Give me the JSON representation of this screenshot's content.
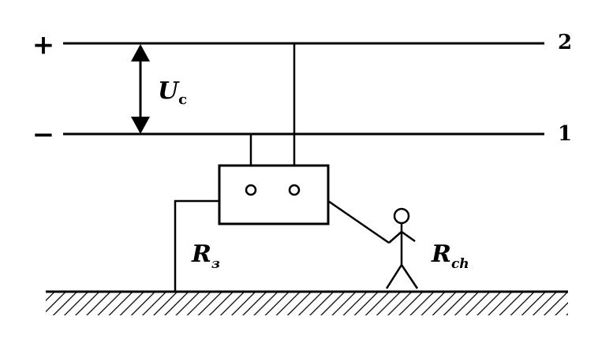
{
  "diagram": {
    "conductors": [
      {
        "id": "2",
        "polarity": "+",
        "label": "2"
      },
      {
        "id": "1",
        "polarity": "−",
        "label": "1"
      }
    ],
    "voltage": {
      "main": "U",
      "sub": "c"
    },
    "ground_resistance": {
      "main": "R",
      "sub": "з"
    },
    "person_resistance": {
      "main": "R",
      "sub": "ch"
    },
    "colors": {
      "ink": "#000000",
      "background": "#ffffff"
    },
    "icons": [
      "arrow-double-vertical-icon",
      "ground-hatch-icon",
      "person-icon",
      "terminal-icon"
    ]
  }
}
